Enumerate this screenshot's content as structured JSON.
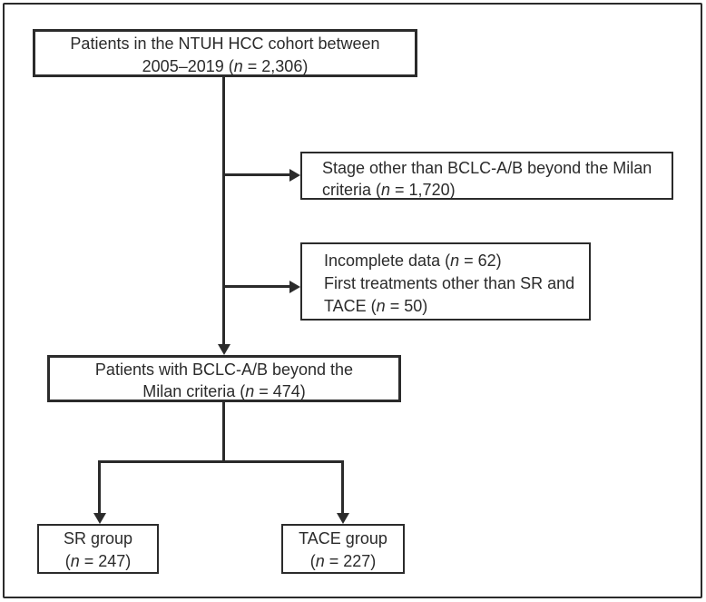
{
  "figure": {
    "type": "patient-flow-diagram",
    "background_color": "#ffffff",
    "line_color": "#2b2b2b",
    "text_color": "#2b2b2b"
  },
  "boxes": {
    "cohort": {
      "lines": [
        "Patients in the NTUH HCC cohort between",
        "2005–2019 (n = 2,306)"
      ],
      "align": "center"
    },
    "excluded_stage": {
      "lines": [
        "Stage other than BCLC-A/B beyond the Milan",
        "criteria (n = 1,720)"
      ],
      "align": "left"
    },
    "excluded_other": {
      "lines": [
        "Incomplete data (n = 62)",
        "First treatments other than SR and",
        "TACE (n = 50)"
      ],
      "align": "left"
    },
    "eligible": {
      "lines": [
        "Patients with BCLC-A/B beyond the",
        "Milan criteria (n = 474)"
      ],
      "align": "center"
    },
    "sr_group": {
      "lines": [
        "SR group",
        "(n = 247)"
      ],
      "align": "center"
    },
    "tace_group": {
      "lines": [
        "TACE group",
        "(n = 227)"
      ],
      "align": "center"
    }
  }
}
